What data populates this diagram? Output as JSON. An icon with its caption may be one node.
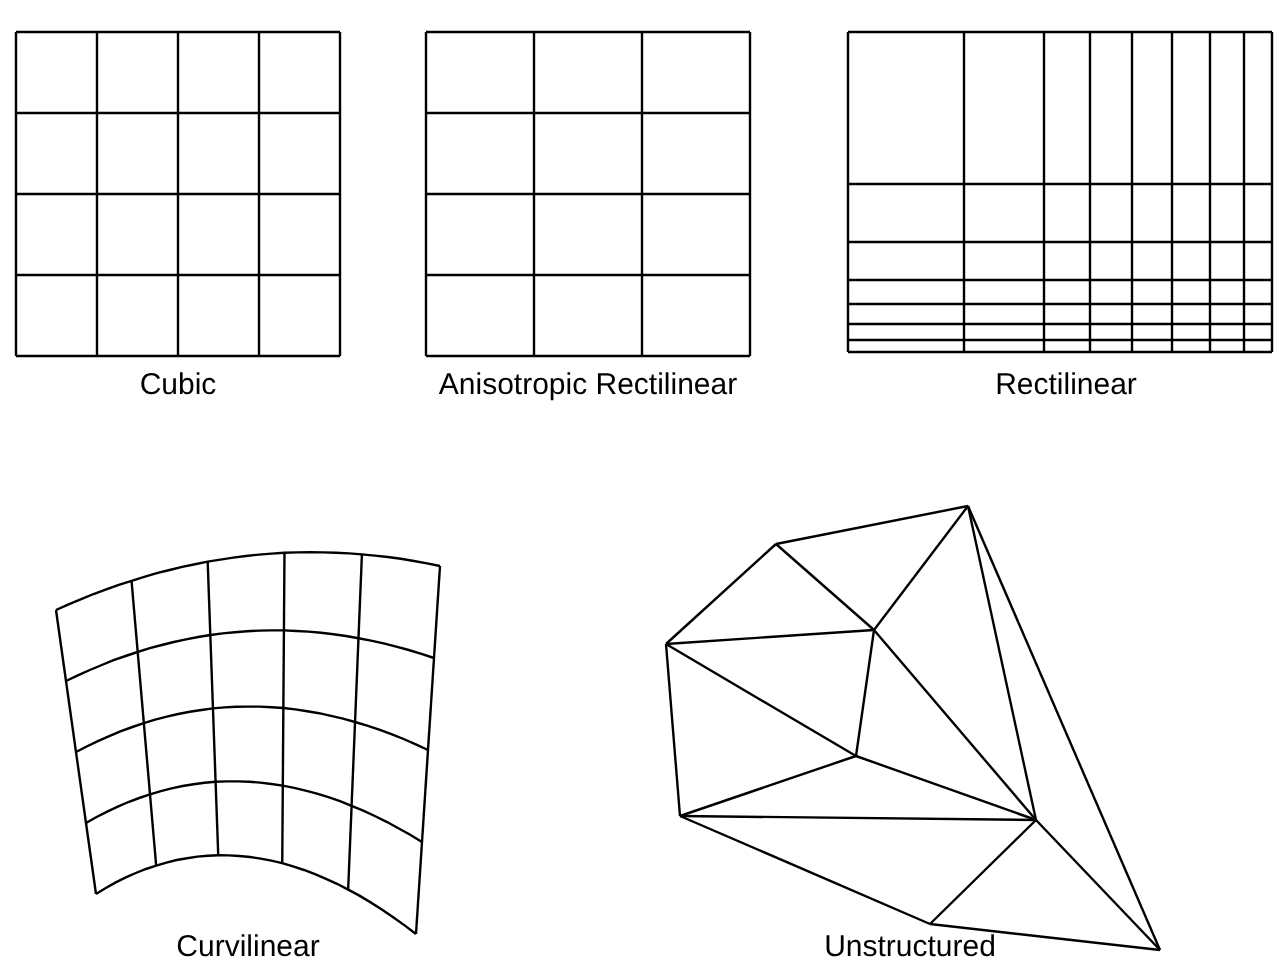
{
  "diagram": {
    "labels": [
      "Cubic",
      "Anisotropic Rectilinear",
      "Rectilinear",
      "Curvilinear",
      "Unstructured"
    ]
  }
}
